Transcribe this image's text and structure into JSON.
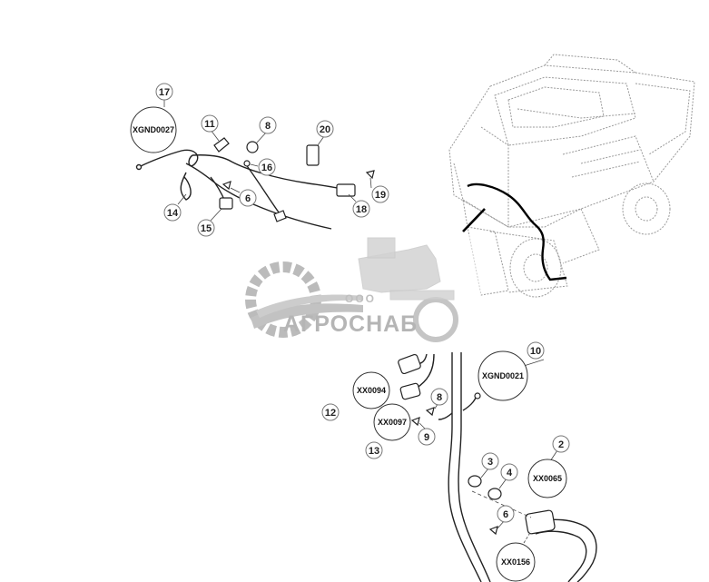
{
  "callouts": [
    "17",
    "11",
    "8",
    "20",
    "16",
    "19",
    "18",
    "14",
    "15",
    "6",
    "10",
    "12",
    "13",
    "9",
    "2",
    "3",
    "4",
    "6",
    "8"
  ],
  "connectors": [
    "XGND0027",
    "XGND0021",
    "XX0094",
    "XX0097",
    "XX0065",
    "XX0156"
  ],
  "watermark": {
    "brand": "АГРОСНАБ",
    "prefix": "ООО"
  }
}
